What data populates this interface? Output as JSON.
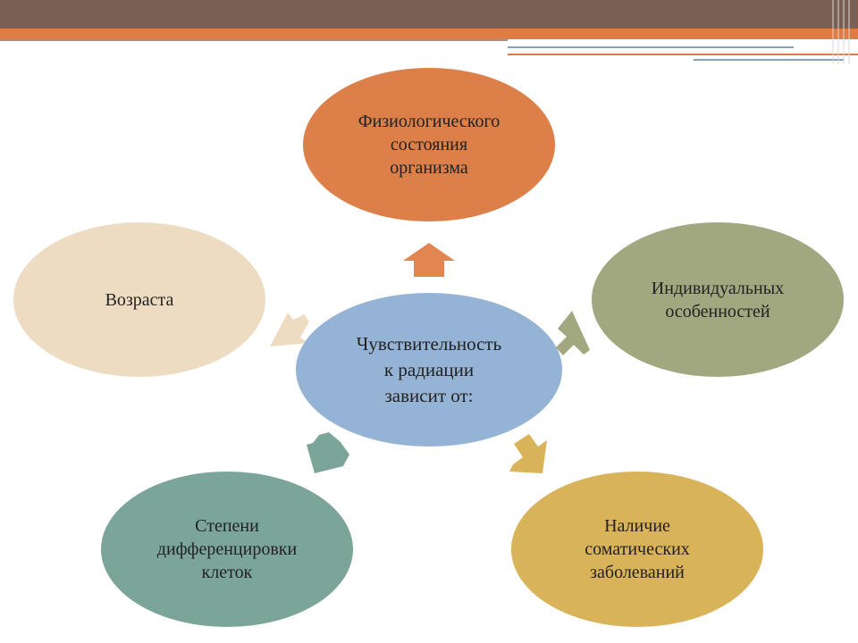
{
  "diagram": {
    "center": {
      "label": "Чувствительность\nк радиации\nзависит от:"
    },
    "nodes": [
      {
        "label": "Физиологического\nсостояния\nорганизма"
      },
      {
        "label": "Индивидуальных\nособенностей"
      },
      {
        "label": "Наличие\nсоматических\nзаболеваний"
      },
      {
        "label": "Степени\nдифференцировки\nклеток"
      },
      {
        "label": "Возраста"
      }
    ]
  },
  "colors": {
    "center": "#95b3d4",
    "physiological": "#dd7f48",
    "individual": "#a1a77e",
    "somatic": "#d9b35a",
    "differentiation": "#7ca59a",
    "age": "#eddcc2",
    "header_brown": "#7a5f54",
    "header_orange": "#e07b41"
  }
}
